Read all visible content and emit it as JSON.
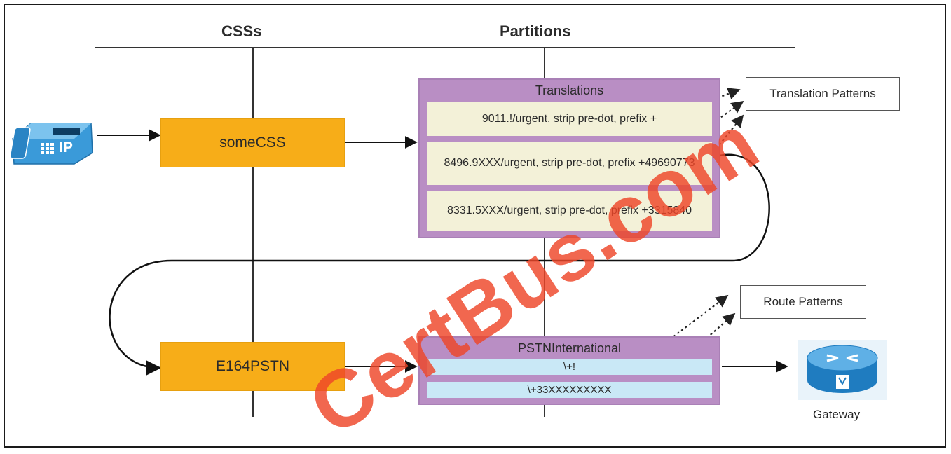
{
  "headers": {
    "css": "CSSs",
    "partitions": "Partitions"
  },
  "phone": {
    "label": "IP"
  },
  "css_boxes": {
    "some_css": "someCSS",
    "e164_pstn": "E164PSTN"
  },
  "translations": {
    "title": "Translations",
    "rows": [
      "9011.!/urgent, strip pre-dot, prefix +",
      "8496.9XXX/urgent, strip pre-dot, prefix +49690773",
      "8331.5XXX/urgent, strip pre-dot, prefix +3315840"
    ]
  },
  "pstn_international": {
    "title": "PSTNInternational",
    "rows": [
      "\\+!",
      "\\+33XXXXXXXXX"
    ]
  },
  "labels": {
    "translation_patterns": "Translation Patterns",
    "route_patterns": "Route Patterns",
    "gateway": "Gateway"
  },
  "watermark": "CertBus.com",
  "colors": {
    "css_box": "#f7ad18",
    "partition": "#b98ec4",
    "translation_row": "#f3f1d8",
    "route_row": "#c9e8f6",
    "phone": "#3a9ad9",
    "gateway": "#2f8fd0",
    "watermark": "#ee4628"
  }
}
